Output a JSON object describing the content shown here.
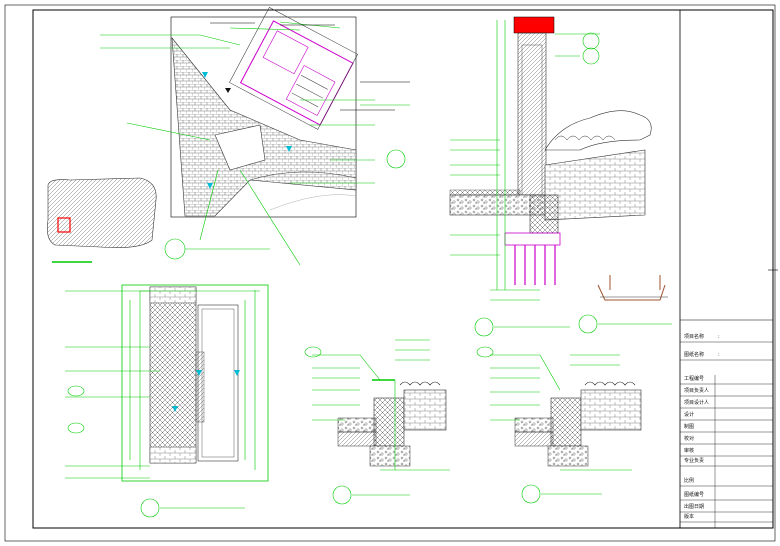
{
  "title_block": {
    "rows": [
      {
        "label": "项目名称",
        "value": ":"
      },
      {
        "label": "图纸名称",
        "value": ":"
      },
      {
        "label": "工程编号",
        "value": ""
      },
      {
        "label": "项目负责人",
        "value": ""
      },
      {
        "label": "项目设计人",
        "value": ""
      },
      {
        "label": "设计",
        "value": ""
      },
      {
        "label": "制图",
        "value": ""
      },
      {
        "label": "校对",
        "value": ""
      },
      {
        "label": "审核",
        "value": ""
      },
      {
        "label": "专业负责",
        "value": ""
      },
      {
        "label": "比例",
        "value": ""
      },
      {
        "label": "图纸编号",
        "value": ""
      },
      {
        "label": "出图日期",
        "value": ""
      },
      {
        "label": "版本",
        "value": ""
      }
    ]
  },
  "colors": {
    "border": "#000000",
    "leader": "#00cc00",
    "hatch": "#333333",
    "magenta": "#cc00cc",
    "red": "#ff0000",
    "cyan": "#00bcd4"
  }
}
